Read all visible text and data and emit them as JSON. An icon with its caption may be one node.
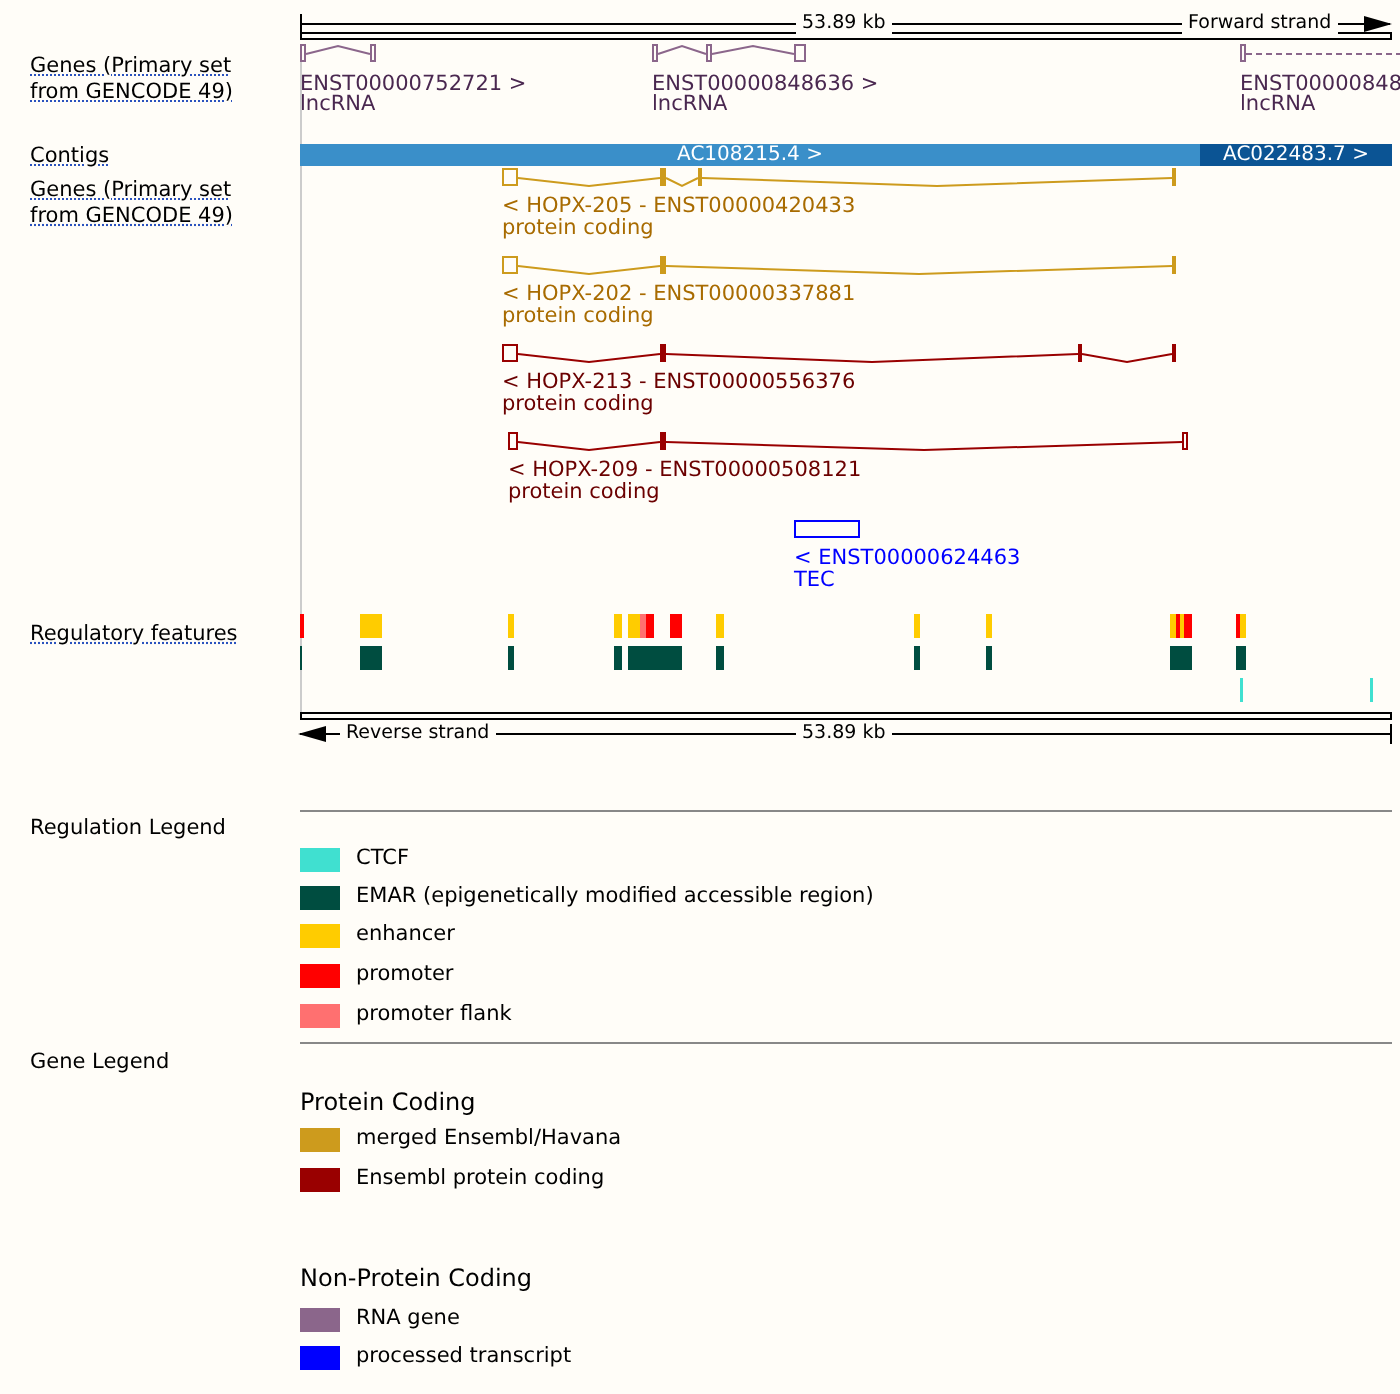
{
  "diagram": {
    "nodes": [
      {
        "text": [
          "AC108215.4 >"
        ]
      },
      {
        "text": [
          "AC022483.7 >"
        ]
      }
    ],
    "labels": [
      "53.89 kb",
      "Forward strand",
      "Genes (Primary set from GENCODE 49)",
      "ENST00000752721 >",
      "lncRNA",
      "ENST00000848636 >",
      "lncRNA",
      "ENST00000848",
      "lncRNA",
      "Contigs",
      "Genes (Primary set from GENCODE 49)",
      "< HOPX-205 - ENST00000420433",
      "protein coding",
      "< HOPX-202 - ENST00000337881",
      "protein coding",
      "< HOPX-213 - ENST00000556376",
      "protein coding",
      "< HOPX-209 - ENST00000508121",
      "protein coding",
      "< ENST00000624463",
      "TEC",
      "Regulatory features",
      "Reverse strand",
      "53.89 kb",
      "Regulation Legend",
      "Gene Legend",
      "Protein Coding",
      "Non-Protein Coding"
    ],
    "legend": [
      {
        "text": "CTCF",
        "color": "#40e0d0"
      },
      {
        "text": "EMAR (epigenetically modified accessible region)",
        "color": "#004d40"
      },
      {
        "text": "enhancer",
        "color": "#ffcc00"
      },
      {
        "text": "promoter",
        "color": "#ff0000"
      },
      {
        "text": "promoter flank",
        "color": "#ff7070"
      },
      {
        "text": "merged Ensembl/Havana",
        "color": "#cd9b1d"
      },
      {
        "text": "Ensembl protein coding",
        "color": "#990000"
      },
      {
        "text": "RNA gene",
        "color": "#8b668b"
      },
      {
        "text": "processed transcript",
        "color": "#0000ff"
      }
    ]
  }
}
